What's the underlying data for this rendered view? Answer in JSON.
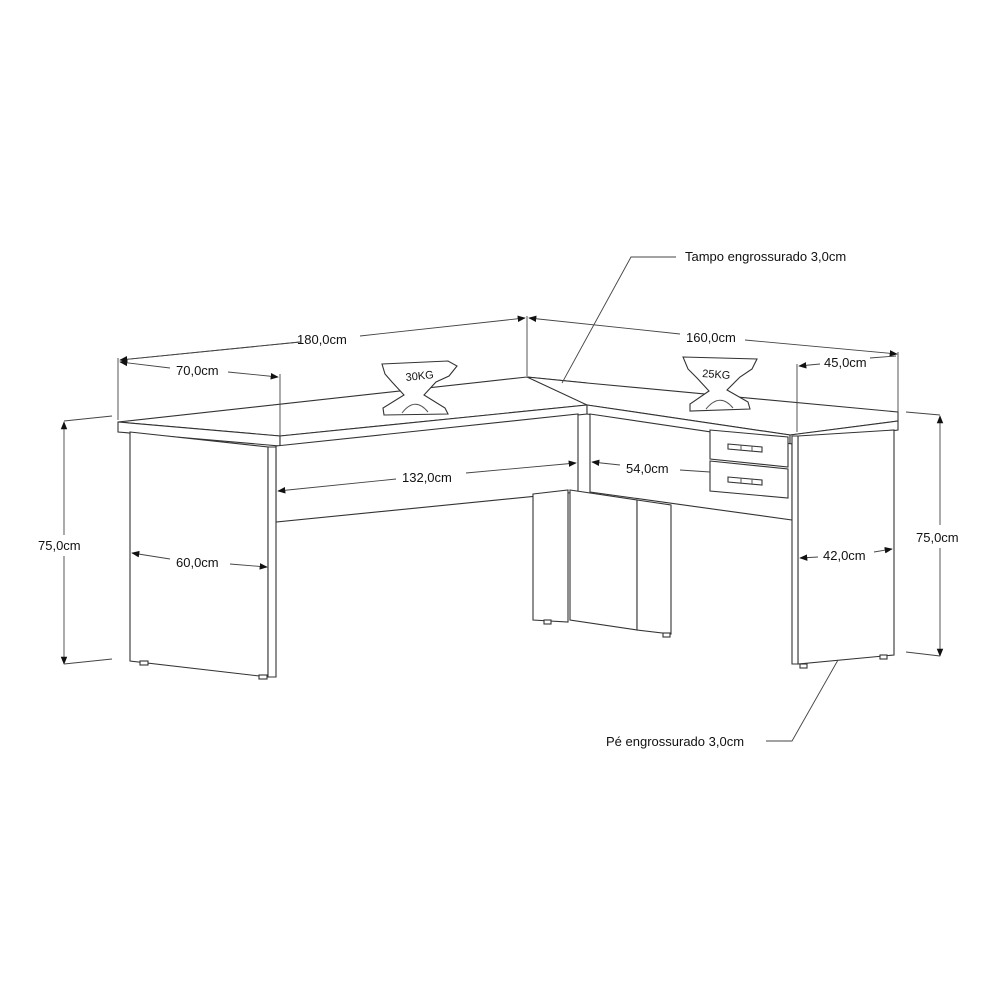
{
  "title": "L-shaped office desk dimension drawing",
  "callouts": {
    "top": "Tampo engrossurado 3,0cm",
    "leg": "Pé engrossurado 3,0cm"
  },
  "dimensions": {
    "total_left_length": "180,0cm",
    "total_right_length": "160,0cm",
    "left_depth": "70,0cm",
    "right_depth": "45,0cm",
    "inner_span": "132,0cm",
    "inner_return": "54,0cm",
    "left_height": "75,0cm",
    "right_height": "75,0cm",
    "left_leg_width": "60,0cm",
    "right_leg_width": "42,0cm"
  },
  "weights": {
    "left_top": "30KG",
    "right_top": "25KG"
  },
  "drawers": {
    "count": 2
  },
  "colors": {
    "line": "#555555",
    "text": "#111111",
    "background": "#ffffff"
  }
}
